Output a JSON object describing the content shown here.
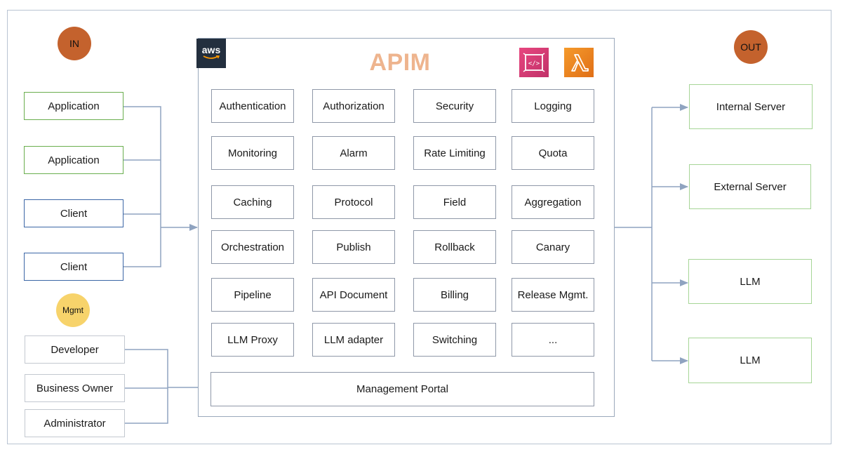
{
  "labels": {
    "in": "IN",
    "out": "OUT",
    "mgmt": "Mgmt",
    "apim_title": "APIM",
    "aws": "aws"
  },
  "inputs": {
    "application_1": "Application",
    "application_2": "Application",
    "client_1": "Client",
    "client_2": "Client"
  },
  "mgmt_users": {
    "developer": "Developer",
    "business_owner": "Business Owner",
    "administrator": "Administrator"
  },
  "features": [
    [
      "Authentication",
      "Authorization",
      "Security",
      "Logging"
    ],
    [
      "Monitoring",
      "Alarm",
      "Rate Limiting",
      "Quota"
    ],
    [
      "Caching",
      "Protocol",
      "Field",
      "Aggregation"
    ],
    [
      "Orchestration",
      "Publish",
      "Rollback",
      "Canary"
    ],
    [
      "Pipeline",
      "API Document",
      "Billing",
      "Release Mgmt."
    ],
    [
      "LLM Proxy",
      "LLM adapter",
      "Switching",
      "..."
    ]
  ],
  "management_portal": "Management Portal",
  "outputs": {
    "internal_server": "Internal Server",
    "external_server": "External Server",
    "llm_1": "LLM",
    "llm_2": "LLM"
  },
  "icons": {
    "aws": "aws-logo-icon",
    "api_gateway": "api-gateway-icon",
    "lambda": "lambda-icon"
  },
  "colors": {
    "in_circle": "#c4622d",
    "out_circle": "#c4622d",
    "mgmt_circle": "#f7d36b",
    "apim_title": "#eeb48e",
    "application_border": "#6aae4e",
    "client_border": "#3b66a6",
    "output_border": "#a6d596",
    "connector": "#8fa3c0"
  }
}
